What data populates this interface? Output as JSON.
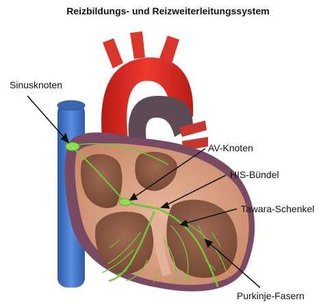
{
  "title": "Reizbildungs- und Reizweiterleitungssystem",
  "labels": {
    "sinusknoten": "Sinusknoten",
    "av_knoten": "AV-Knoten",
    "his_buendel": "HIS-Bündel",
    "tawara_schenkel": "Tawara-Schenkel",
    "purkinje_fasern": "Purkinje-Fasern"
  },
  "colors": {
    "aorta": "#d92a22",
    "vena_cava": "#3a6fc4",
    "pulmonary": "#6b5560",
    "myocardium_outer": "#7a4a62",
    "myocardium_inner": "#d7a387",
    "chamber": "#8e5c45",
    "conduction": "#6fc73a"
  }
}
